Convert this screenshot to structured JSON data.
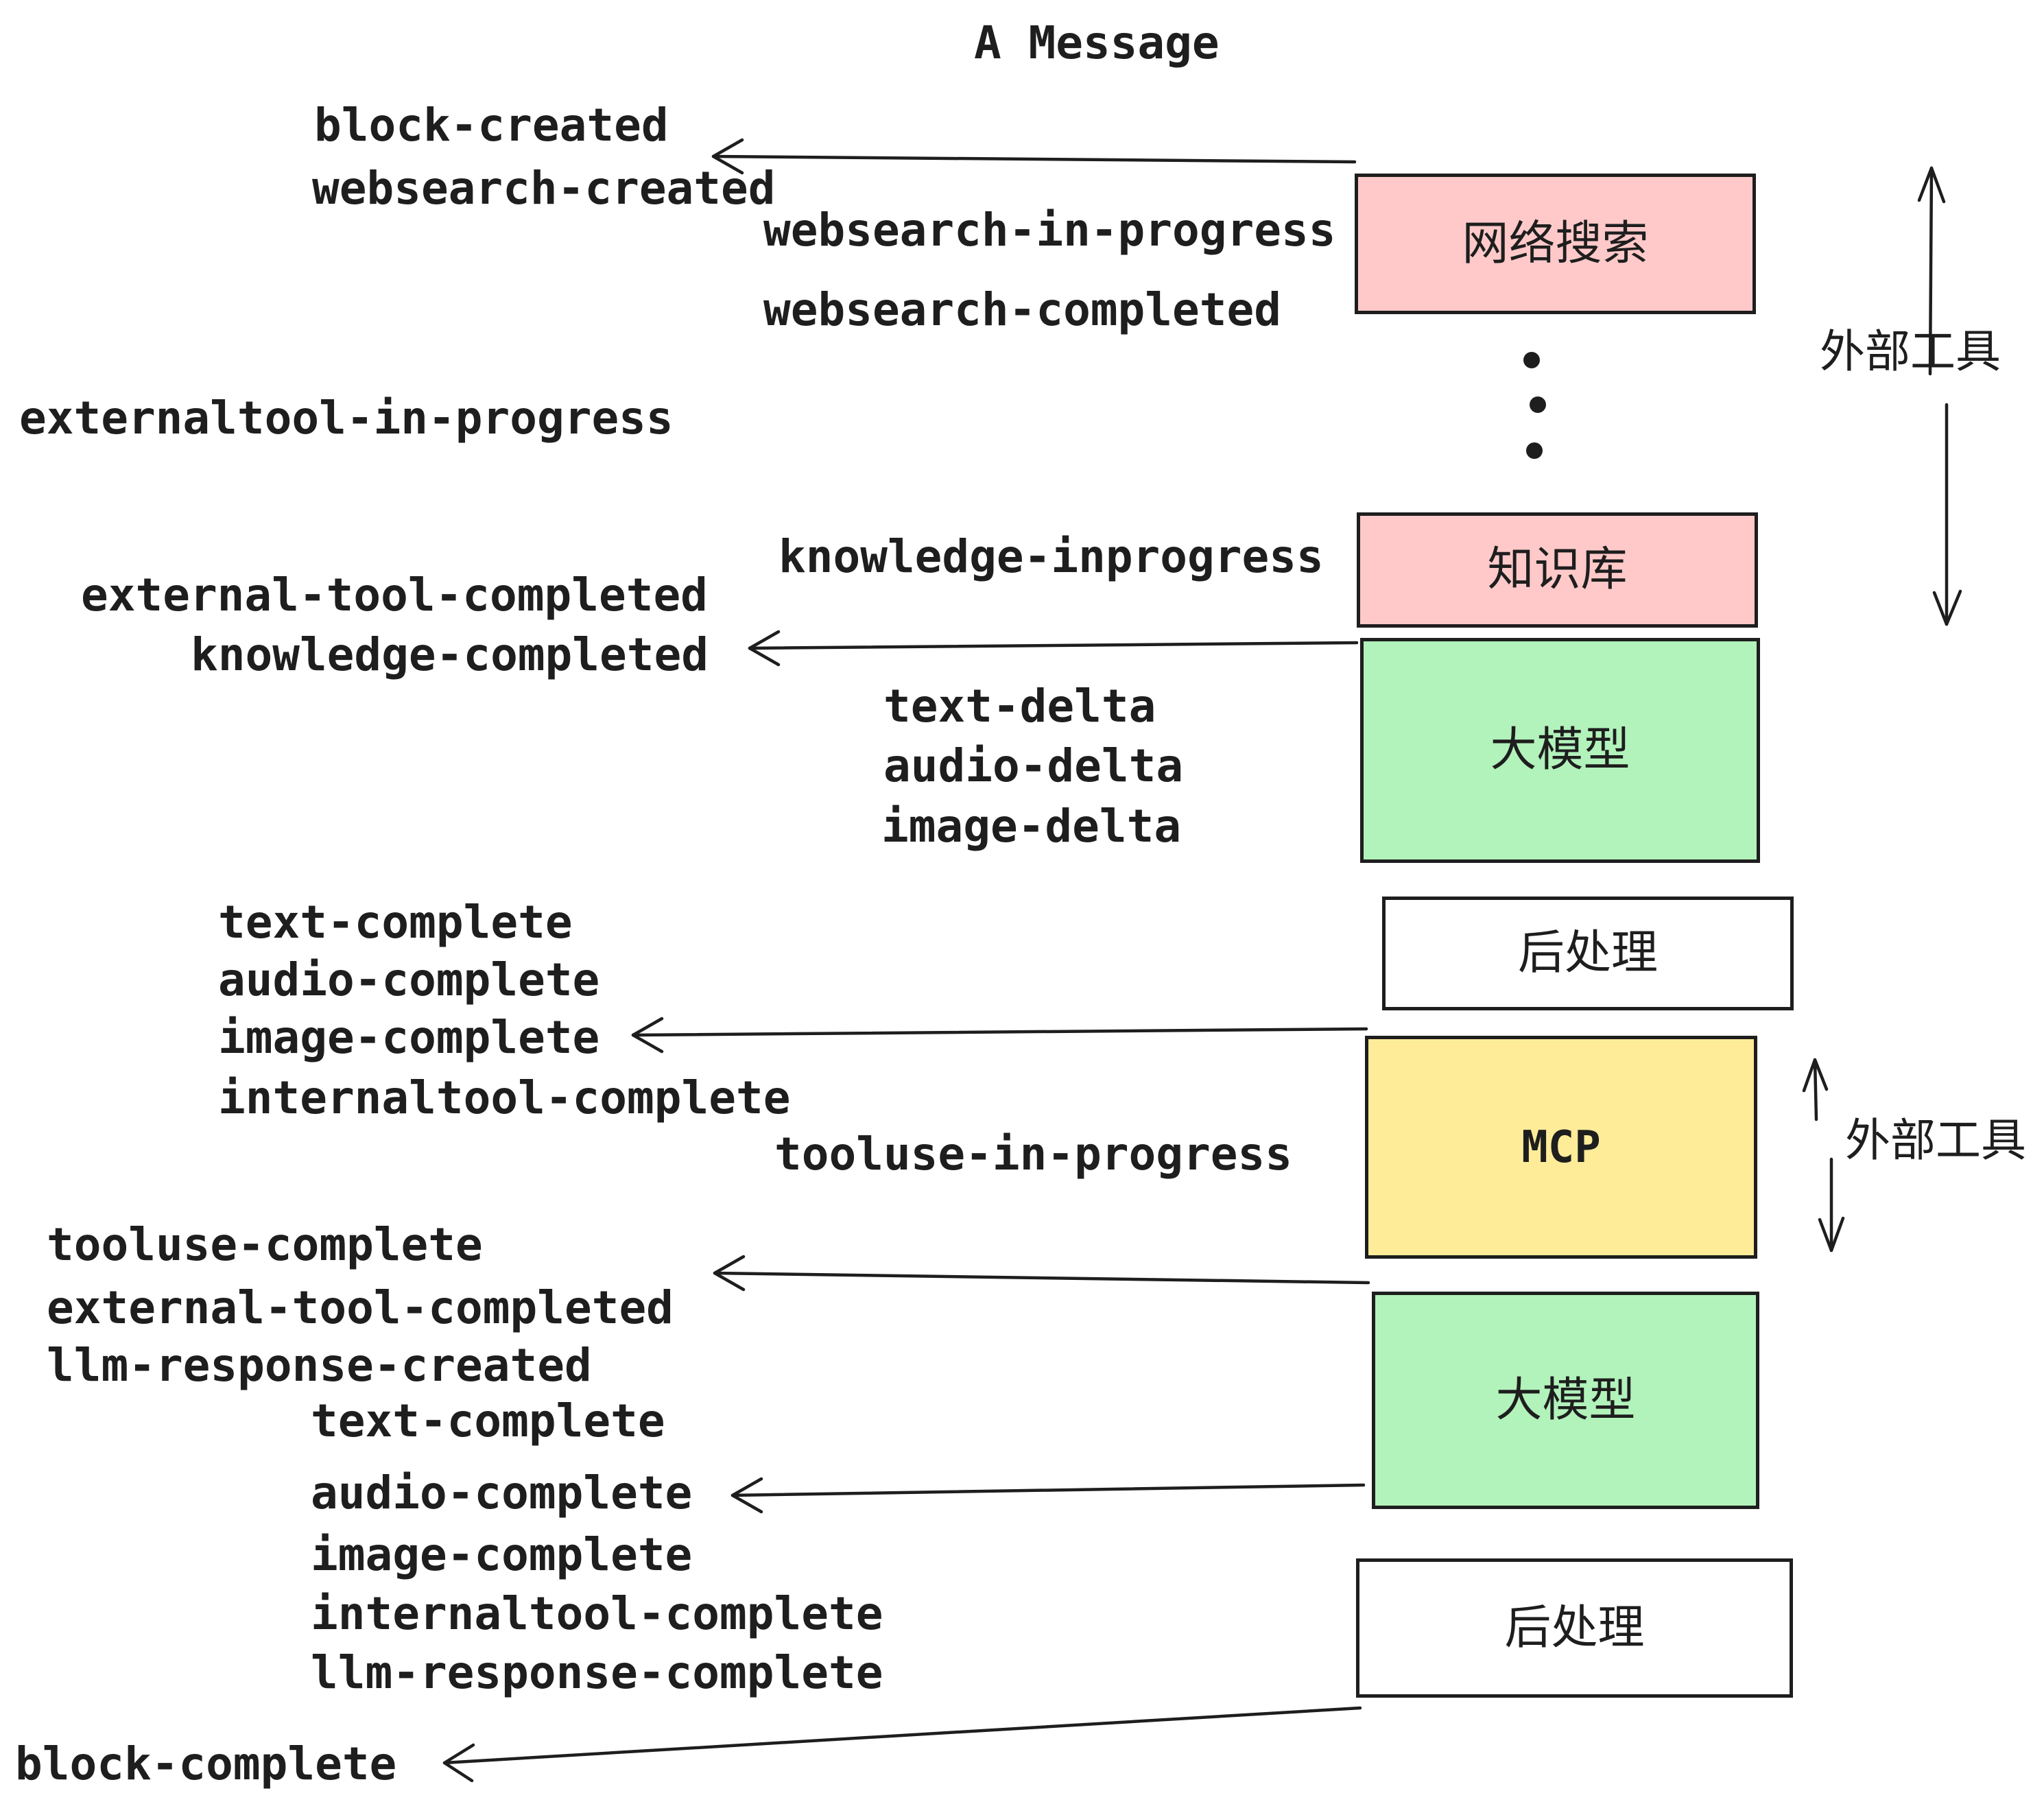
{
  "title": "A Message",
  "colors": {
    "box_pink": "#ffc9c9",
    "box_green": "#b2f2bb",
    "box_yellow": "#ffec99",
    "box_white": "#ffffff",
    "stroke": "#1e1e1e",
    "background": "#ffffff"
  },
  "boxes": [
    {
      "id": "websearch",
      "label": "网络搜索",
      "color": "#ffc9c9"
    },
    {
      "id": "knowledge",
      "label": "知识库",
      "color": "#ffc9c9"
    },
    {
      "id": "llm-1",
      "label": "大模型",
      "color": "#b2f2bb"
    },
    {
      "id": "postprocess-1",
      "label": "后处理",
      "color": "#ffffff"
    },
    {
      "id": "mcp",
      "label": "MCP",
      "color": "#ffec99"
    },
    {
      "id": "llm-2",
      "label": "大模型",
      "color": "#b2f2bb"
    },
    {
      "id": "postprocess-2",
      "label": "后处理",
      "color": "#ffffff"
    }
  ],
  "side_labels": [
    {
      "id": "external-tools-top",
      "label": "外部工具"
    },
    {
      "id": "external-tools-mcp",
      "label": "外部工具"
    }
  ],
  "events": [
    {
      "label": "block-created"
    },
    {
      "label": "websearch-created"
    },
    {
      "label": "websearch-in-progress"
    },
    {
      "label": "websearch-completed"
    },
    {
      "label": "externaltool-in-progress"
    },
    {
      "label": "knowledge-inprogress"
    },
    {
      "label": "external-tool-completed"
    },
    {
      "label": "knowledge-completed"
    },
    {
      "label": "text-delta"
    },
    {
      "label": "audio-delta"
    },
    {
      "label": "image-delta"
    },
    {
      "label": "text-complete"
    },
    {
      "label": "audio-complete"
    },
    {
      "label": "image-complete"
    },
    {
      "label": "internaltool-complete"
    },
    {
      "label": "tooluse-in-progress"
    },
    {
      "label": "tooluse-complete"
    },
    {
      "label": "external-tool-completed"
    },
    {
      "label": "llm-response-created"
    },
    {
      "label": "text-complete"
    },
    {
      "label": "audio-complete"
    },
    {
      "label": "image-complete"
    },
    {
      "label": "internaltool-complete"
    },
    {
      "label": "llm-response-complete"
    },
    {
      "label": "block-complete"
    }
  ]
}
